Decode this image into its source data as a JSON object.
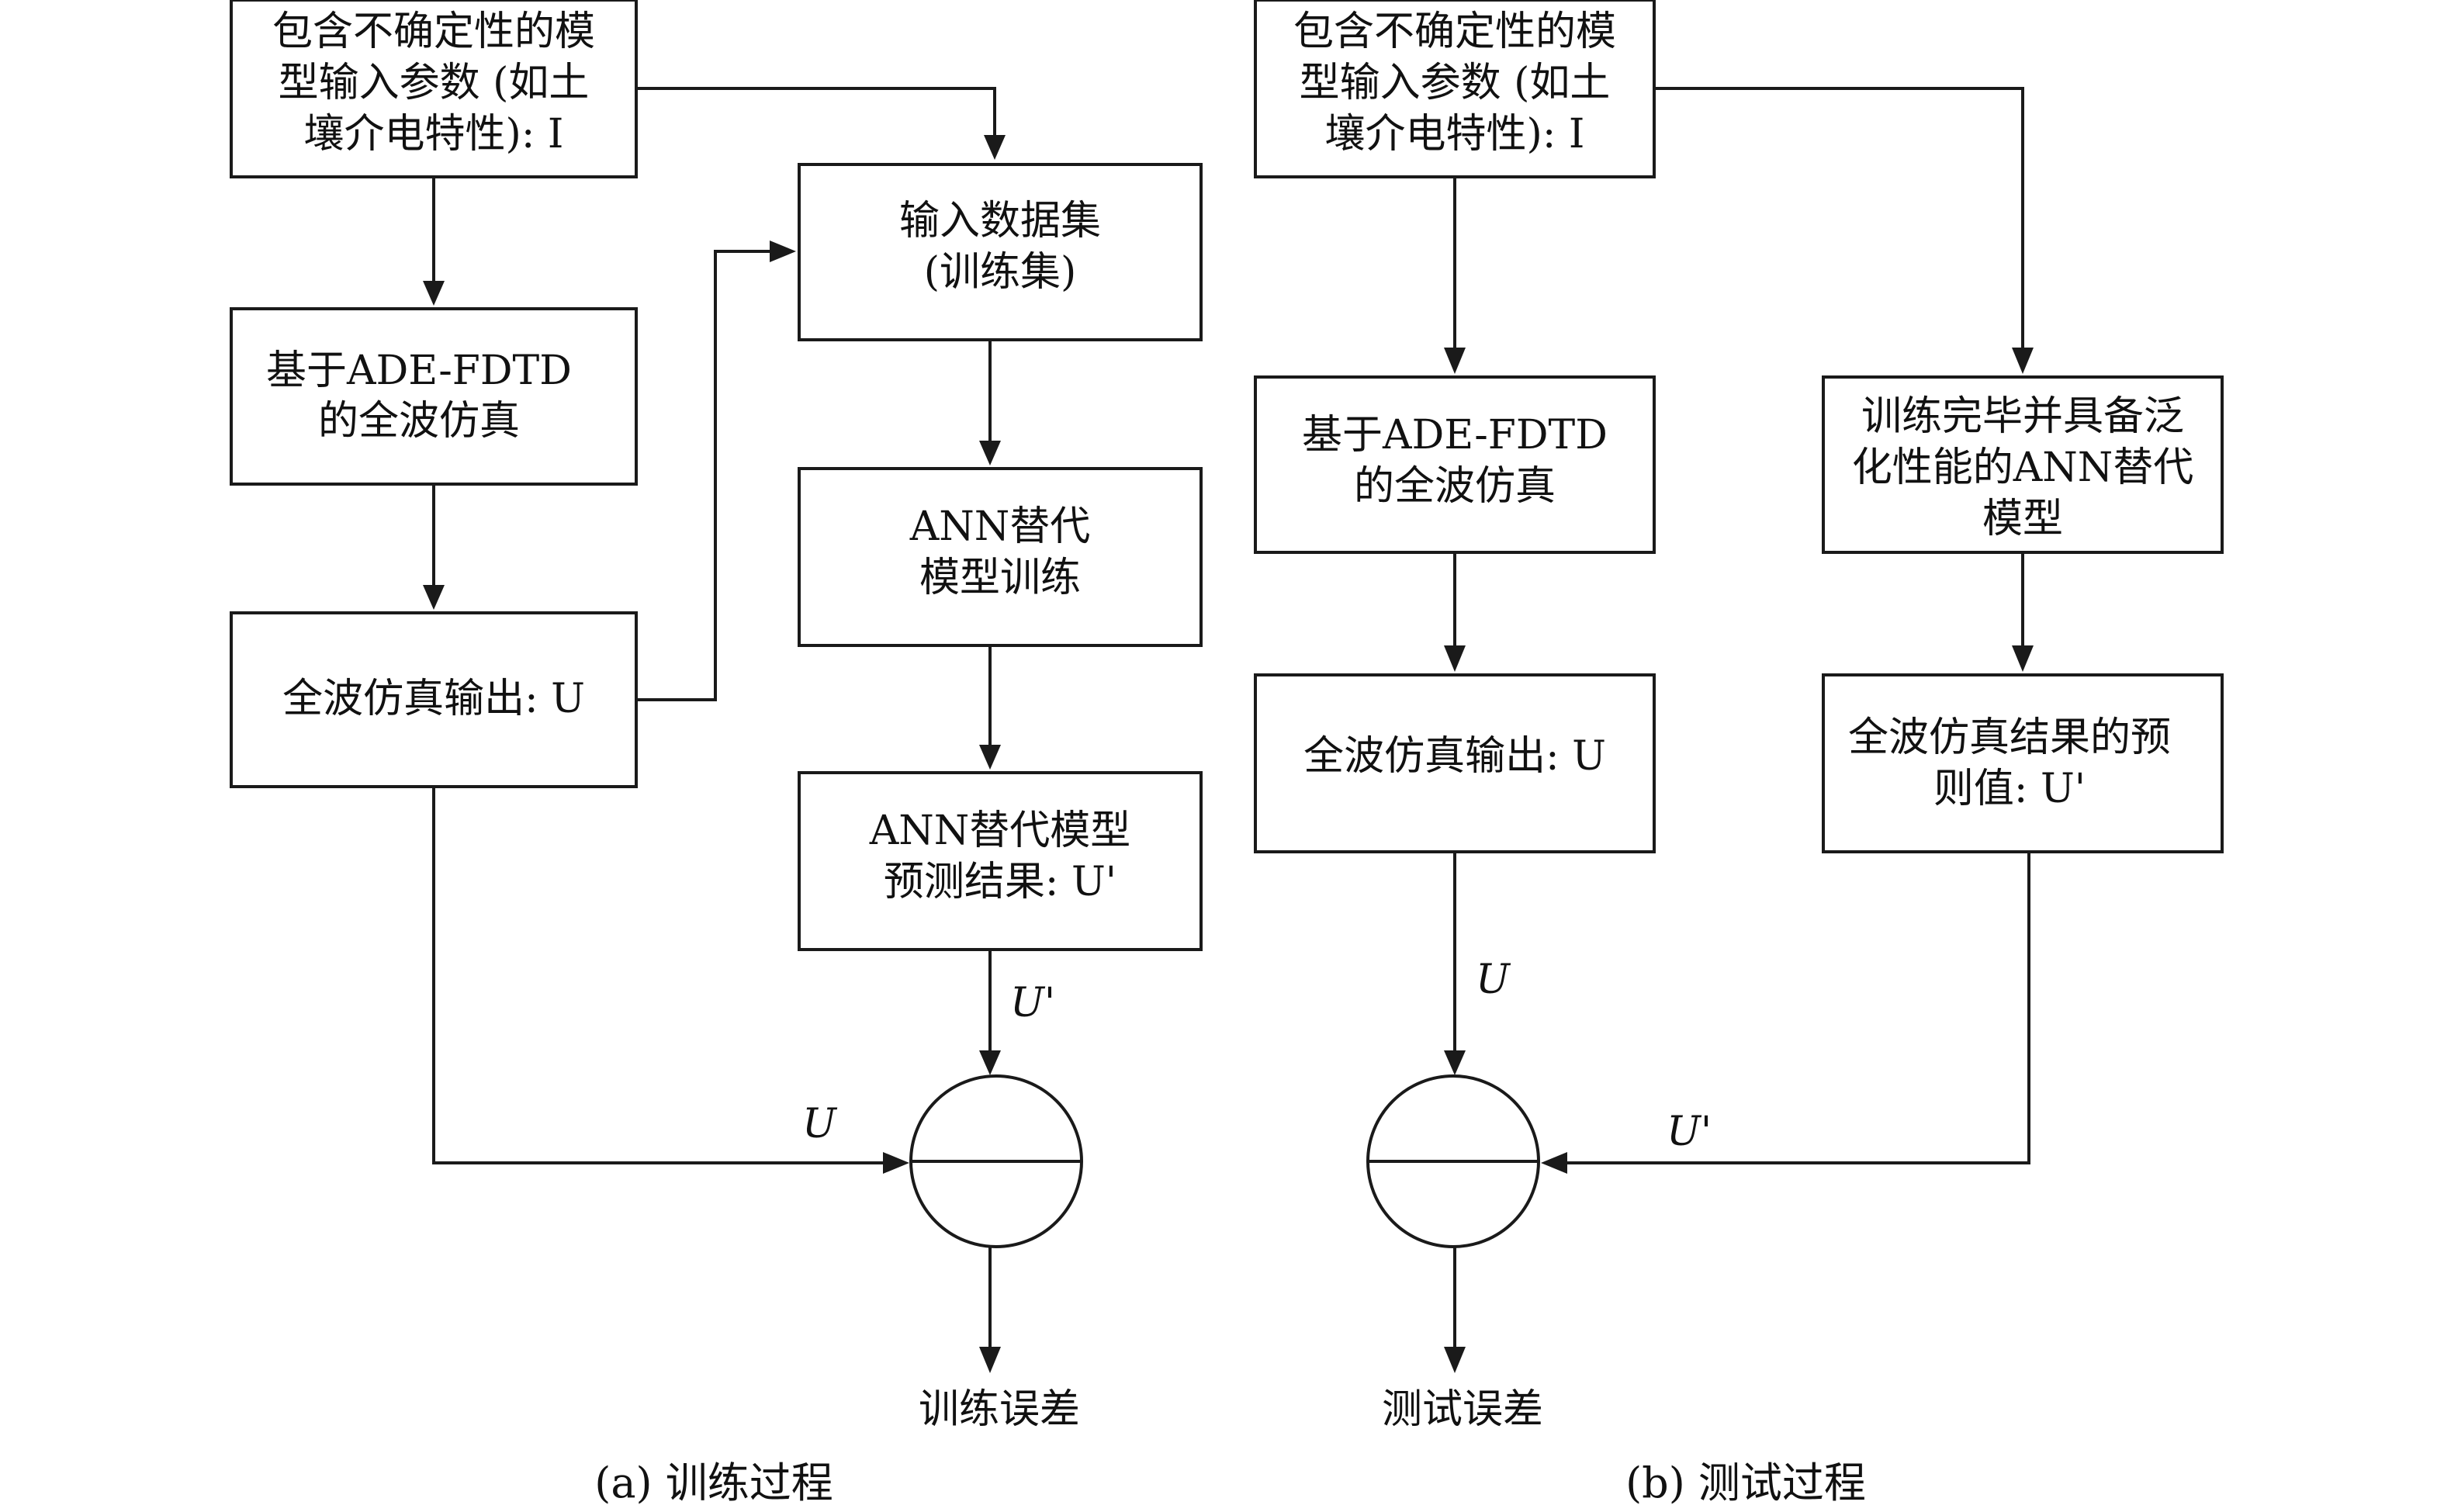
{
  "diagram": {
    "panel_a": {
      "caption": "(a) 训练过程",
      "input_params": [
        "包含不确定性的模",
        "型输入参数 (如土",
        "壤介电特性): I"
      ],
      "fullwave_sim": [
        "基于ADE-FDTD",
        "的全波仿真"
      ],
      "sim_output": [
        "全波仿真输出: U"
      ],
      "input_dataset": [
        "输入数据集",
        "(训练集)"
      ],
      "ann_training": [
        "ANN替代",
        "模型训练"
      ],
      "ann_prediction": [
        "ANN替代模型",
        "预测结果: U'"
      ],
      "label_u_prime": "U'",
      "label_u": "U",
      "result": "训练误差"
    },
    "panel_b": {
      "caption": "(b) 测试过程",
      "input_params": [
        "包含不确定性的模",
        "型输入参数 (如土",
        "壤介电特性): I"
      ],
      "fullwave_sim": [
        "基于ADE-FDTD",
        "的全波仿真"
      ],
      "sim_output": [
        "全波仿真输出: U"
      ],
      "trained_ann": [
        "训练完毕并具备泛",
        "化性能的ANN替代",
        "模型"
      ],
      "ann_prediction": [
        "全波仿真结果的预",
        "则值: U'"
      ],
      "label_u": "U",
      "label_u_prime": "U'",
      "result": "测试误差"
    }
  }
}
